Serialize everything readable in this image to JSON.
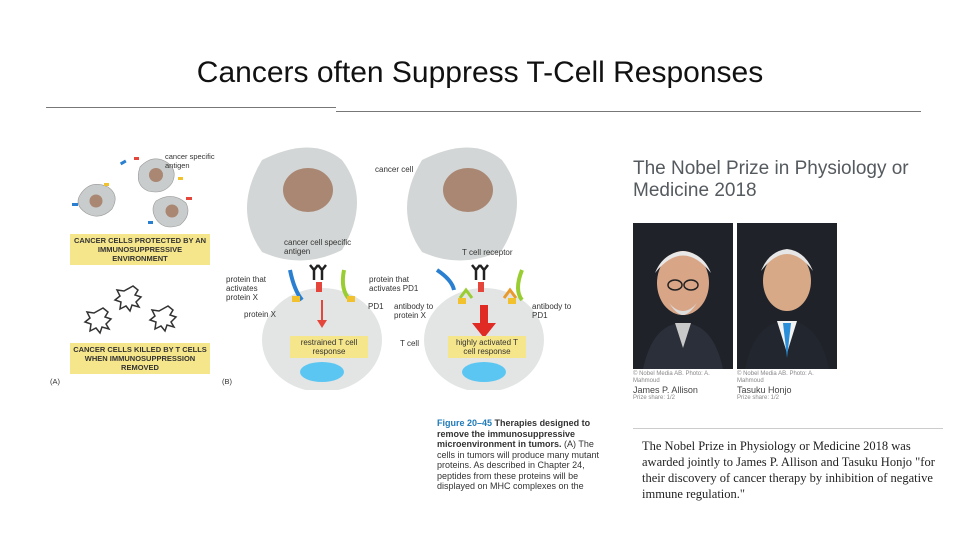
{
  "title": "Cancers often Suppress T-Cell Responses",
  "figure": {
    "panel_a": {
      "antigen_label": "cancer specific antigen",
      "protected_box": "CANCER CELLS PROTECTED BY AN IMMUNOSUPPRESSIVE ENVIRONMENT",
      "killed_box": "CANCER CELLS KILLED BY T CELLS WHEN IMMUNOSUPPRESSION REMOVED",
      "panel_letter": "(A)"
    },
    "panel_b": {
      "panel_letter": "(B)",
      "cancer_cell": "cancer cell",
      "cancer_cell_specific_antigen": "cancer cell specific antigen",
      "t_cell_receptor": "T cell receptor",
      "protein_activates_x": "protein that activates protein X",
      "protein_activates_pd1": "protein that activates PD1",
      "protein_x": "protein X",
      "pd1": "PD1",
      "antibody_protein_x": "antibody to protein X",
      "antibody_pd1": "antibody to PD1",
      "t_cell": "T cell",
      "restrained": "restrained T cell response",
      "activated": "highly activated T cell response"
    },
    "caption": {
      "heading": "Figure 20–45",
      "subtitle": "Therapies designed to remove the immunosuppressive microenvironment in tumors.",
      "body": "(A) The cells in tumors will produce many mutant proteins. As described in Chapter 24, peptides from these proteins will be displayed on MHC complexes on the"
    }
  },
  "nobel": {
    "title_line1": "The Nobel Prize in Physiology or",
    "title_line2": "Medicine 2018",
    "laureates": [
      {
        "credit": "© Nobel Media AB. Photo: A. Mahmoud",
        "name": "James P. Allison",
        "share": "Prize share: 1/2"
      },
      {
        "credit": "© Nobel Media AB. Photo: A. Mahmoud",
        "name": "Tasuku Honjo",
        "share": "Prize share: 1/2"
      }
    ],
    "quote": "The Nobel Prize in Physiology or Medicine 2018 was awarded jointly to James P. Allison and Tasuku Honjo \"for their discovery of cancer therapy by inhibition of negative immune regulation.\""
  },
  "colors": {
    "highlight_box": "#f6e68b",
    "caption_blue": "#1e7ab8",
    "cell_gray": "#d9dcdc",
    "nucleus": "#a98773",
    "tcell_blue": "#5cc6f2"
  }
}
